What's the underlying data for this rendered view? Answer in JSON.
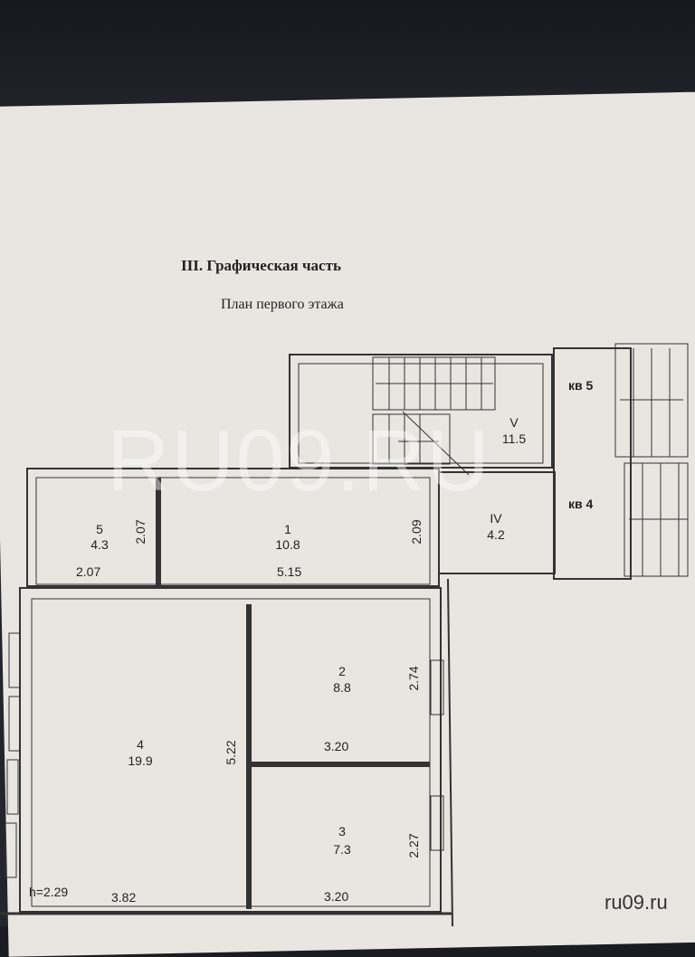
{
  "header": {
    "section": "III. Графическая часть",
    "subtitle": "План первого этажа"
  },
  "rooms": [
    {
      "num": "5",
      "area": "4.3"
    },
    {
      "num": "1",
      "area": "10.8"
    },
    {
      "num": "IV",
      "area": "4.2"
    },
    {
      "num": "V",
      "area": "11.5"
    },
    {
      "num": "2",
      "area": "8.8"
    },
    {
      "num": "4",
      "area": "19.9"
    },
    {
      "num": "3",
      "area": "7.3"
    }
  ],
  "dimensions": {
    "d1": "2.07",
    "d2": "2.07",
    "d3": "5.15",
    "d4": "2.09",
    "d5": "2.74",
    "d6": "5.22",
    "d7": "3.20",
    "d8": "3.20",
    "d9": "2.27",
    "d10": "3.82"
  },
  "height_label": "h=2.29",
  "apartments": [
    "кв 5",
    "кв 4"
  ],
  "watermark": "RU09.RU",
  "watermark_small": "ru09.ru"
}
